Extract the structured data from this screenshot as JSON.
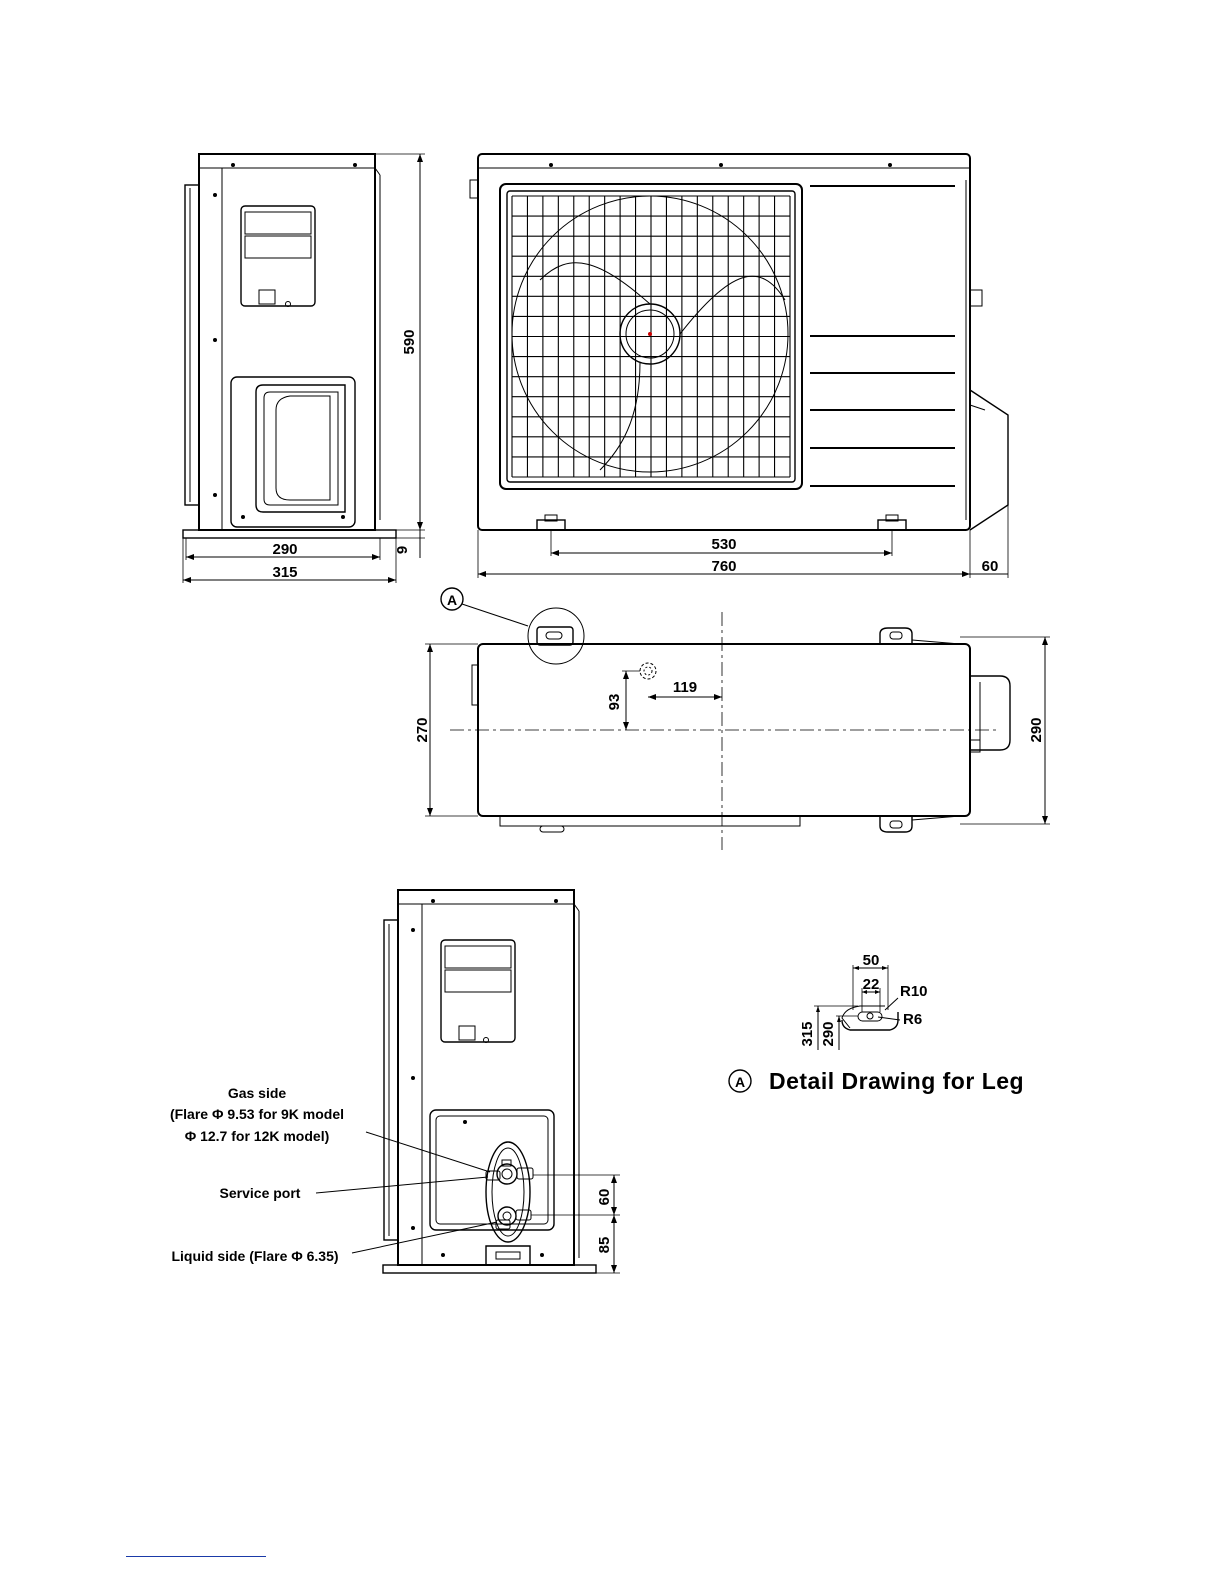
{
  "dimensions": {
    "side_depth_inner": "290",
    "side_depth_outer": "315",
    "foot_height": "9",
    "height": "590",
    "mount_spacing": "530",
    "width": "760",
    "side_protrusion": "60",
    "plan_depth": "270",
    "plan_depth_total": "290",
    "pipe_offset_y": "93",
    "pipe_offset_x": "119",
    "valve_spacing": "60",
    "valve_height": "85"
  },
  "detail": {
    "marker": "A",
    "title": "Detail Drawing for Leg",
    "width": "50",
    "slot_width": "22",
    "radius_outer": "R10",
    "radius_inner": "R6",
    "depth_outer": "315",
    "depth_inner": "290"
  },
  "callouts": {
    "gas_side_title": "Gas side",
    "gas_side_line1": "(Flare  Φ 9.53 for 9K model",
    "gas_side_line2": "Φ 12.7 for 12K model)",
    "service_port": "Service  port",
    "liquid_side": "Liquid  side (Flare  Φ 6.35)"
  }
}
